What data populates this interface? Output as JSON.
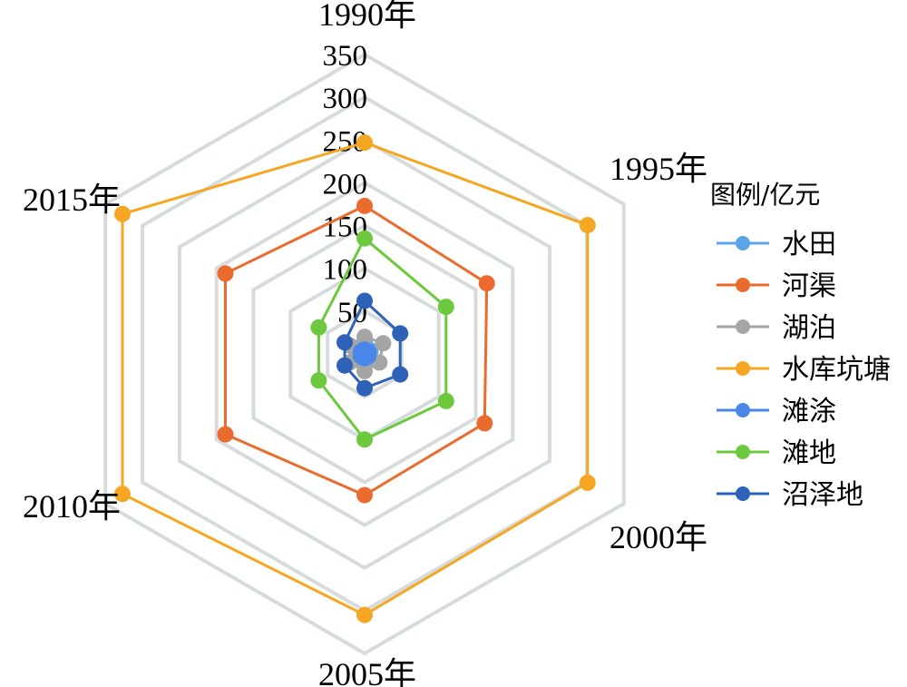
{
  "chart_data": {
    "type": "radar",
    "axes": [
      "1990年",
      "1995年",
      "2000年",
      "2005年",
      "2010年",
      "2015年"
    ],
    "rlim": [
      0,
      350
    ],
    "ticks": [
      0,
      50,
      100,
      150,
      200,
      250,
      300,
      350
    ],
    "grid": true,
    "legend": {
      "title": "图例/亿元",
      "placement": "right"
    },
    "series": [
      {
        "name": "水田",
        "color": "#5ba4e6",
        "values": [
          15,
          8,
          8,
          10,
          8,
          8
        ]
      },
      {
        "name": "河渠",
        "color": "#ea6b2d",
        "values": [
          173,
          165,
          162,
          165,
          188,
          188
        ]
      },
      {
        "name": "湖泊",
        "color": "#a5a5a5",
        "values": [
          20,
          25,
          20,
          20,
          20,
          20
        ]
      },
      {
        "name": "水库坑塘",
        "color": "#f5a623",
        "values": [
          247,
          301,
          301,
          305,
          327,
          327
        ]
      },
      {
        "name": "滩涂",
        "color": "#4a86e8",
        "values": [
          5,
          5,
          5,
          5,
          5,
          5
        ]
      },
      {
        "name": "滩地",
        "color": "#6cc93d",
        "values": [
          135,
          110,
          110,
          100,
          62,
          62
        ]
      },
      {
        "name": "沼泽地",
        "color": "#2e62b8",
        "values": [
          62,
          48,
          48,
          40,
          27,
          27
        ]
      }
    ]
  }
}
